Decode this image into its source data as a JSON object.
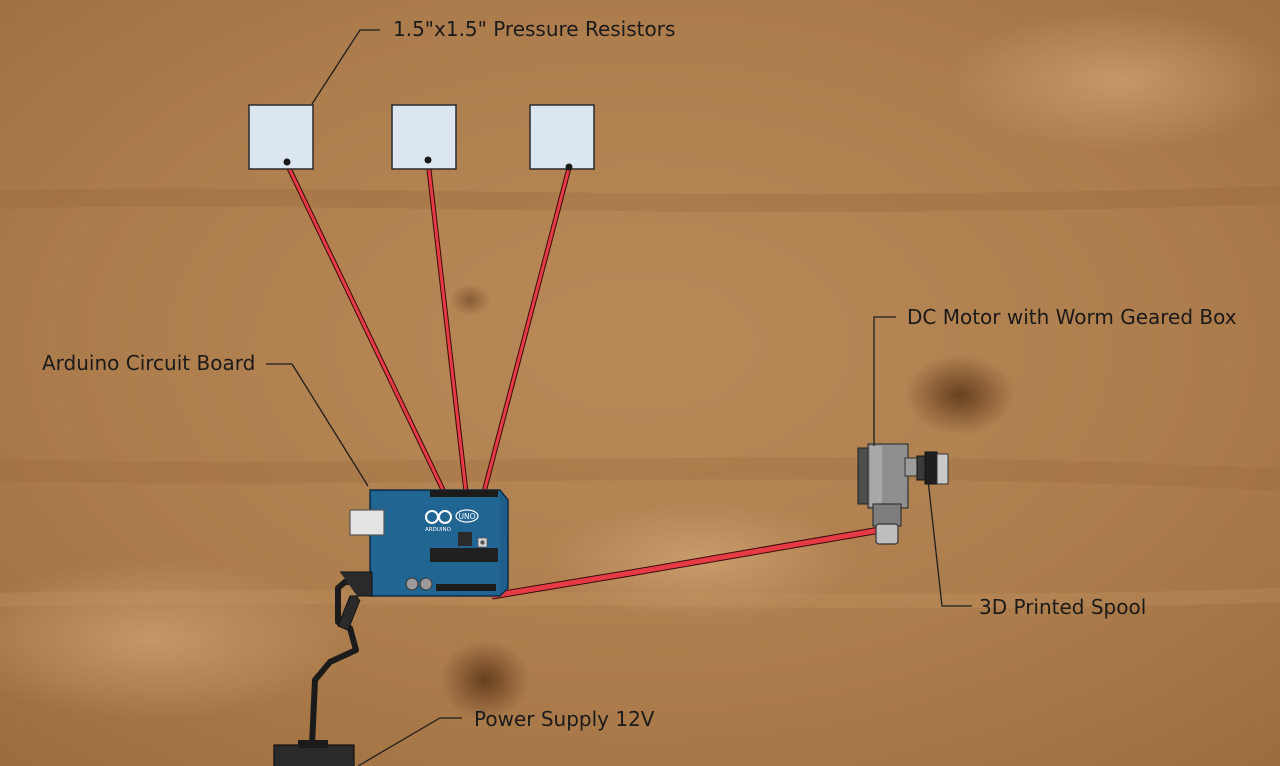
{
  "labels": {
    "pressure_resistors": "1.5\"x1.5\" Pressure Resistors",
    "arduino": "Arduino Circuit Board",
    "dc_motor": "DC Motor with Worm Geared Box",
    "spool": "3D Printed Spool",
    "power_supply": "Power Supply 12V"
  },
  "board": {
    "brand": "ARDUINO",
    "model": "UNO"
  },
  "colors": {
    "background": "#b07f4f",
    "wire": "#e63a45",
    "sensor_pad": "#dbe6f0",
    "board": "#1f5f8b"
  }
}
